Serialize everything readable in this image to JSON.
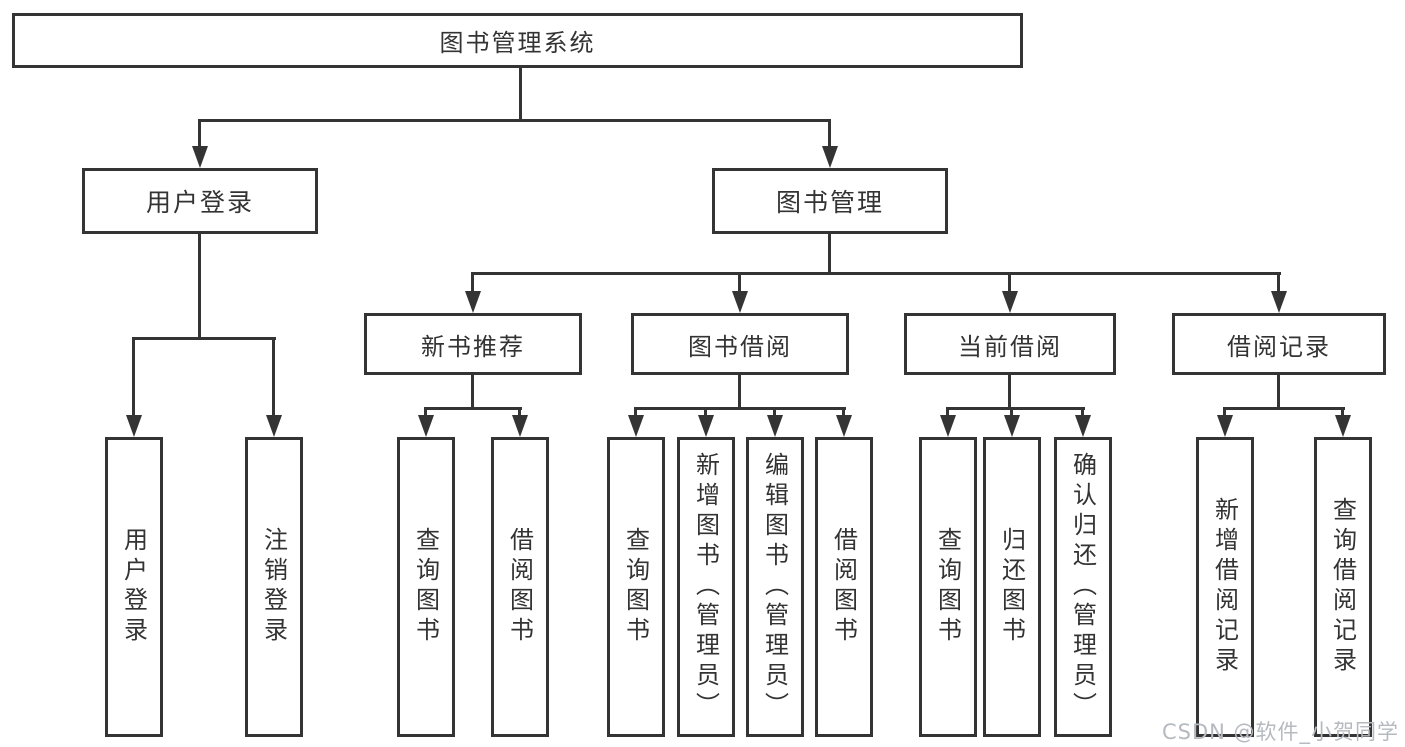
{
  "tree": {
    "label": "图书管理系统",
    "children": [
      {
        "label": "用户登录",
        "children": [
          {
            "label": "用户登录"
          },
          {
            "label": "注销登录"
          }
        ]
      },
      {
        "label": "图书管理",
        "children": [
          {
            "label": "新书推荐",
            "children": [
              {
                "label": "查询图书"
              },
              {
                "label": "借阅图书"
              }
            ]
          },
          {
            "label": "图书借阅",
            "children": [
              {
                "label": "查询图书"
              },
              {
                "label": "新增图书（管理员）"
              },
              {
                "label": "编辑图书（管理员）"
              },
              {
                "label": "借阅图书"
              }
            ]
          },
          {
            "label": "当前借阅",
            "children": [
              {
                "label": "查询图书"
              },
              {
                "label": "归还图书"
              },
              {
                "label": "确认归还（管理员）"
              }
            ]
          },
          {
            "label": "借阅记录",
            "children": [
              {
                "label": "新增借阅记录"
              },
              {
                "label": "查询借阅记录"
              }
            ]
          }
        ]
      }
    ]
  },
  "watermark": {
    "text": "CSDN @软件_小贺同学"
  },
  "colors": {
    "line": "#343434",
    "text": "#333333",
    "watermark_text": "#b5bac1",
    "background": "#ffffff"
  }
}
